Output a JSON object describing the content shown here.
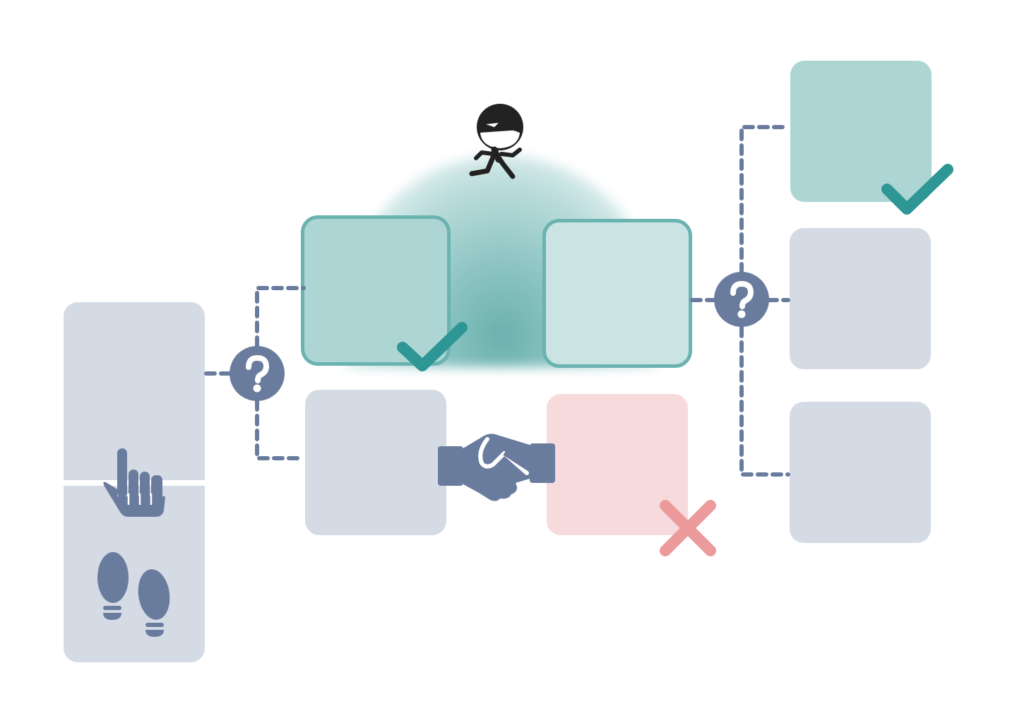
{
  "diagram": {
    "nodes": [
      {
        "id": "start",
        "state": "neutral",
        "icons": [
          "pointing-hand-icon",
          "footprints-icon"
        ]
      },
      {
        "id": "option-a",
        "state": "success"
      },
      {
        "id": "option-b",
        "state": "neutral"
      },
      {
        "id": "option-c",
        "state": "active"
      },
      {
        "id": "option-d",
        "state": "failure"
      },
      {
        "id": "outcome-1",
        "state": "success"
      },
      {
        "id": "outcome-2",
        "state": "neutral"
      },
      {
        "id": "outcome-3",
        "state": "neutral"
      }
    ],
    "decisions": [
      {
        "id": "decision-1",
        "symbol": "?"
      },
      {
        "id": "decision-2",
        "symbol": "?"
      }
    ],
    "colors": {
      "neutral": "#d5dbe5",
      "success": "#acd5d4",
      "active": "#c9e4e3",
      "failure": "#f7dadb",
      "accent_slate": "#6a7c9e",
      "check_teal": "#2e9694",
      "cross_pink": "#ec9a9c"
    }
  }
}
